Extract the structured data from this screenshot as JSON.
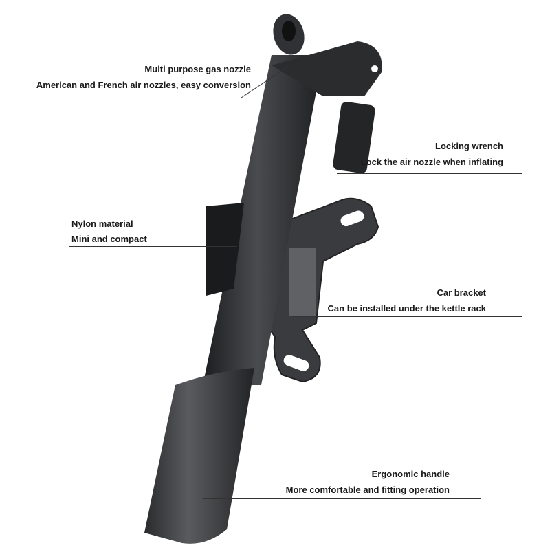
{
  "callouts": [
    {
      "title": "Multi purpose gas nozzle",
      "desc": "American and French air nozzles, easy conversion"
    },
    {
      "title": "Locking wrench",
      "desc": "Lock the air nozzle when inflating"
    },
    {
      "title": "Nylon material",
      "desc": "Mini and compact"
    },
    {
      "title": "Car bracket",
      "desc": "Can be installed under the kettle rack"
    },
    {
      "title": "Ergonomic handle",
      "desc": "More comfortable and fitting operation"
    }
  ],
  "colors": {
    "pump": "#2b2c2e",
    "bracket": "#3a3b3e",
    "text": "#1a1a1a"
  }
}
